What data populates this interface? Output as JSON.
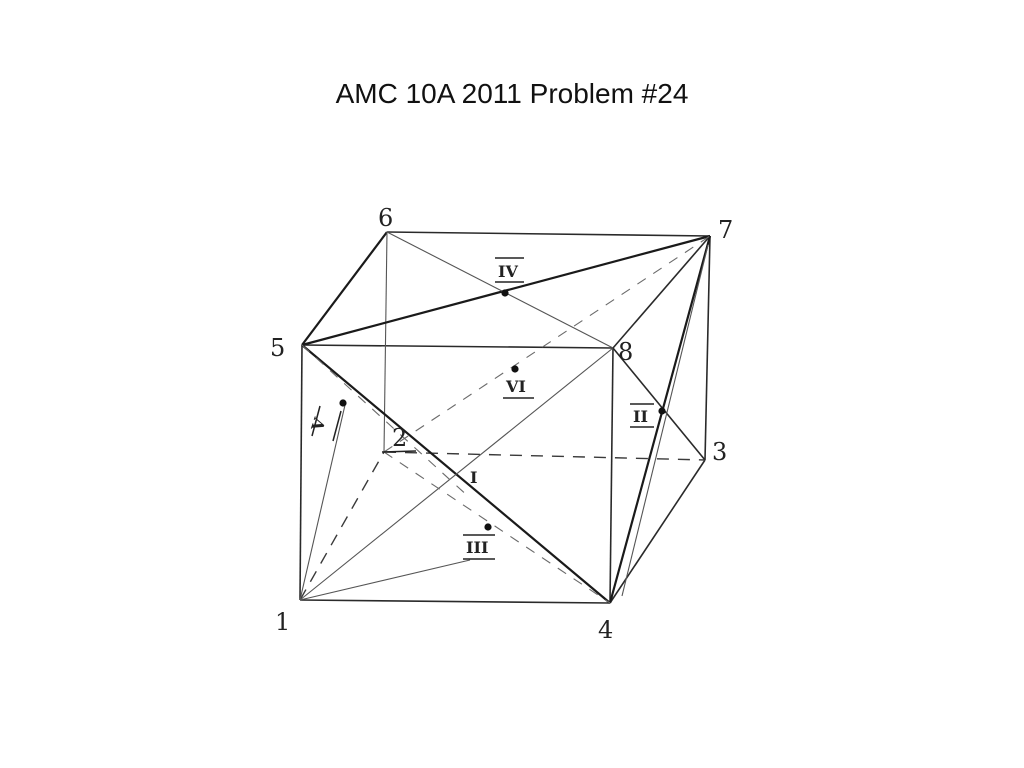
{
  "title": "AMC 10A 2011 Problem #24",
  "vertices": [
    {
      "id": "v1",
      "label": "1"
    },
    {
      "id": "v2",
      "label": "2"
    },
    {
      "id": "v3",
      "label": "3"
    },
    {
      "id": "v4",
      "label": "4"
    },
    {
      "id": "v5",
      "label": "5"
    },
    {
      "id": "v6",
      "label": "6"
    },
    {
      "id": "v7",
      "label": "7"
    },
    {
      "id": "v8",
      "label": "8"
    }
  ],
  "points": [
    {
      "id": "pI",
      "label": "I"
    },
    {
      "id": "pII",
      "label": "II"
    },
    {
      "id": "pIII",
      "label": "III"
    },
    {
      "id": "pIV",
      "label": "IV"
    },
    {
      "id": "pV",
      "label": "V"
    },
    {
      "id": "pVI",
      "label": "VI"
    }
  ]
}
